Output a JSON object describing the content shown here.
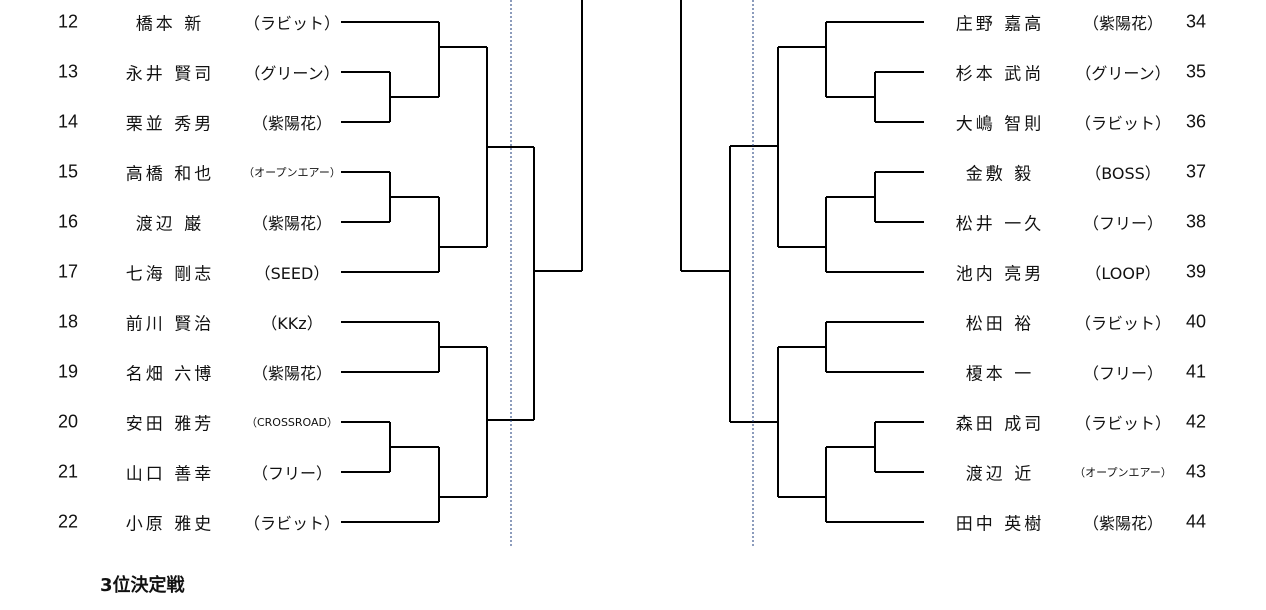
{
  "left_players": [
    {
      "no": "12",
      "name": "橋本 新",
      "team": "（ラビット）"
    },
    {
      "no": "13",
      "name": "永井 賢司",
      "team": "（グリーン）"
    },
    {
      "no": "14",
      "name": "栗並 秀男",
      "team": "（紫陽花）"
    },
    {
      "no": "15",
      "name": "高橋 和也",
      "team": "（オープンエアー）"
    },
    {
      "no": "16",
      "name": "渡辺 巌",
      "team": "（紫陽花）"
    },
    {
      "no": "17",
      "name": "七海 剛志",
      "team": "（SEED）"
    },
    {
      "no": "18",
      "name": "前川 賢治",
      "team": "（KKz）"
    },
    {
      "no": "19",
      "name": "名畑 六博",
      "team": "（紫陽花）"
    },
    {
      "no": "20",
      "name": "安田 雅芳",
      "team": "（CROSSROAD）"
    },
    {
      "no": "21",
      "name": "山口 善幸",
      "team": "（フリー）"
    },
    {
      "no": "22",
      "name": "小原 雅史",
      "team": "（ラビット）"
    }
  ],
  "right_players": [
    {
      "no": "34",
      "name": "庄野 嘉高",
      "team": "（紫陽花）"
    },
    {
      "no": "35",
      "name": "杉本 武尚",
      "team": "（グリーン）"
    },
    {
      "no": "36",
      "name": "大嶋 智則",
      "team": "（ラビット）"
    },
    {
      "no": "37",
      "name": "金敷 毅",
      "team": "（BOSS）"
    },
    {
      "no": "38",
      "name": "松井 一久",
      "team": "（フリー）"
    },
    {
      "no": "39",
      "name": "池内 亮男",
      "team": "（LOOP）"
    },
    {
      "no": "40",
      "name": "松田 裕",
      "team": "（ラビット）"
    },
    {
      "no": "41",
      "name": "榎本 一",
      "team": "（フリー）"
    },
    {
      "no": "42",
      "name": "森田 成司",
      "team": "（ラビット）"
    },
    {
      "no": "43",
      "name": "渡辺 近",
      "team": "（オープンエアー）"
    },
    {
      "no": "44",
      "name": "田中 英樹",
      "team": "（紫陽花）"
    }
  ],
  "footer_heading": "3位決定戦"
}
